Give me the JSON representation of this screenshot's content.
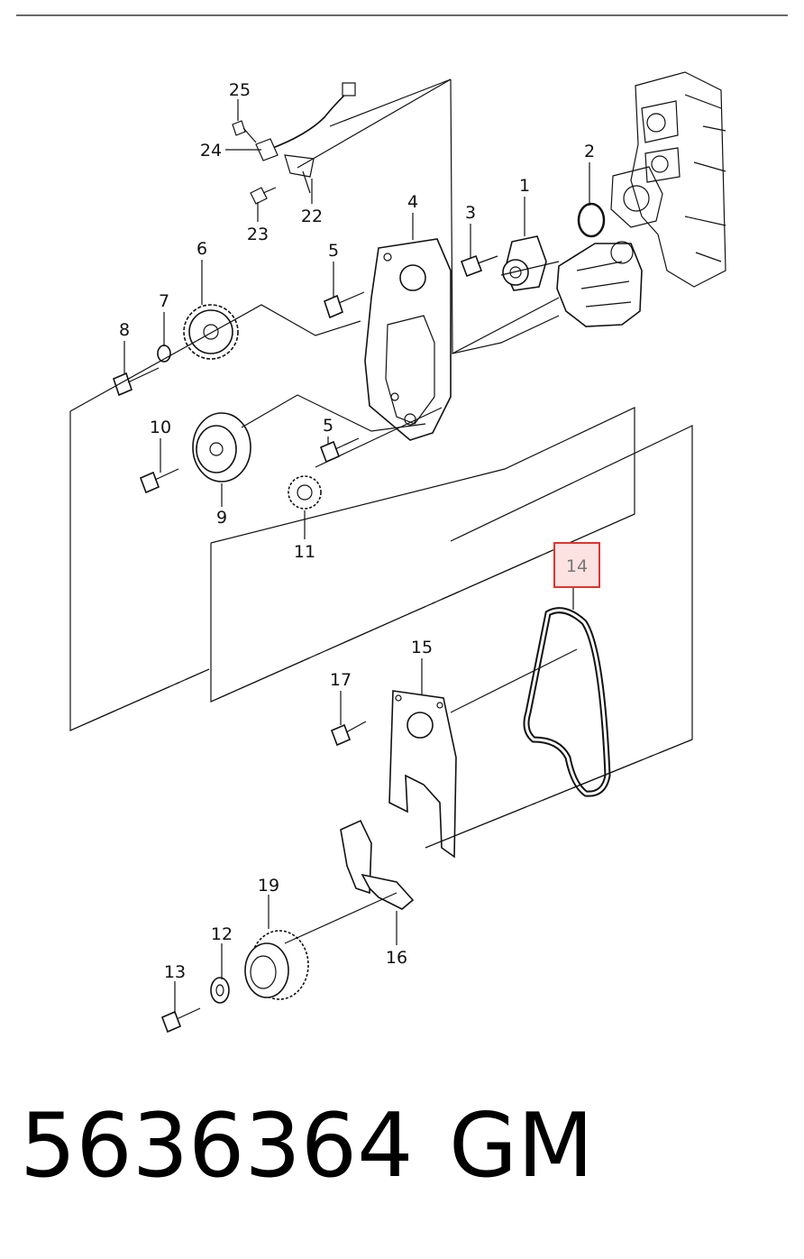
{
  "part_number": "5636364",
  "brand": "GM",
  "highlighted_callout": "14",
  "highlight_color": "#e0342f",
  "callouts": [
    {
      "id": "c1",
      "label": "1"
    },
    {
      "id": "c2",
      "label": "2"
    },
    {
      "id": "c3",
      "label": "3"
    },
    {
      "id": "c4",
      "label": "4"
    },
    {
      "id": "c5a",
      "label": "5"
    },
    {
      "id": "c5b",
      "label": "5"
    },
    {
      "id": "c6",
      "label": "6"
    },
    {
      "id": "c7",
      "label": "7"
    },
    {
      "id": "c8",
      "label": "8"
    },
    {
      "id": "c9",
      "label": "9"
    },
    {
      "id": "c10",
      "label": "10"
    },
    {
      "id": "c11",
      "label": "11"
    },
    {
      "id": "c12",
      "label": "12"
    },
    {
      "id": "c13",
      "label": "13"
    },
    {
      "id": "c14",
      "label": "14"
    },
    {
      "id": "c15",
      "label": "15"
    },
    {
      "id": "c16",
      "label": "16"
    },
    {
      "id": "c17",
      "label": "17"
    },
    {
      "id": "c19",
      "label": "19"
    },
    {
      "id": "c22",
      "label": "22"
    },
    {
      "id": "c23",
      "label": "23"
    },
    {
      "id": "c24",
      "label": "24"
    },
    {
      "id": "c25",
      "label": "25"
    }
  ]
}
